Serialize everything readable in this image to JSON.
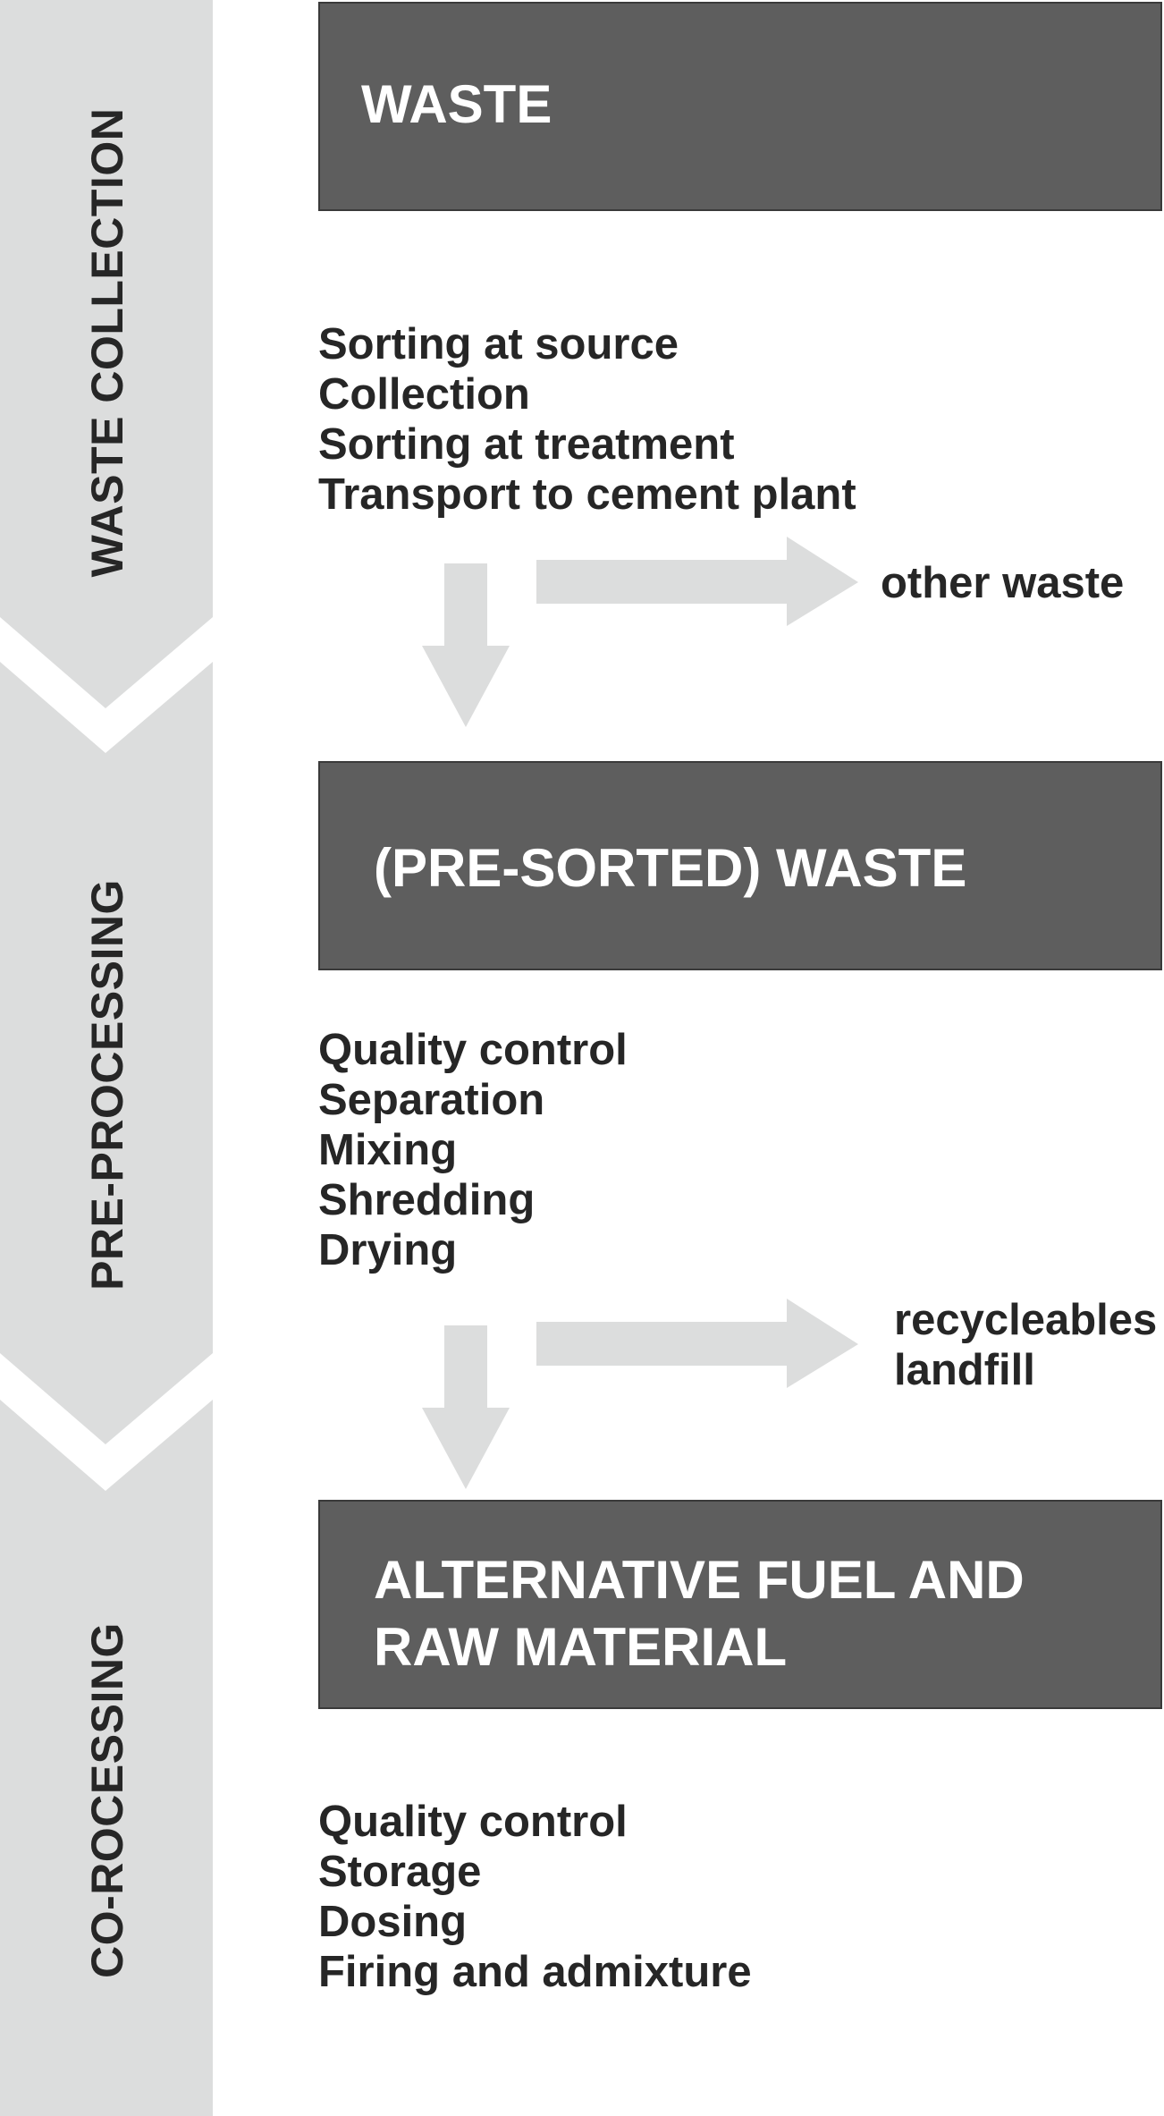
{
  "colors": {
    "band": "#dcdddd",
    "box": "#5e5e5e",
    "box_border": "#3a3a3a",
    "arrow": "#dcdddd",
    "text": "#262626",
    "box_text": "#ffffff"
  },
  "stages": [
    {
      "label": "WASTE COLLECTION"
    },
    {
      "label": "PRE-PROCESSING"
    },
    {
      "label": "CO-ROCESSING"
    }
  ],
  "boxes": [
    {
      "title": "WASTE"
    },
    {
      "title": "(PRE-SORTED) WASTE"
    },
    {
      "title_lines": [
        "ALTERNATIVE FUEL AND",
        "RAW MATERIAL"
      ]
    }
  ],
  "steps": [
    {
      "items": [
        "Sorting at source",
        "Collection",
        "Sorting at treatment",
        "Transport to cement plant"
      ]
    },
    {
      "items": [
        "Quality control",
        "Separation",
        "Mixing",
        "Shredding",
        "Drying"
      ]
    },
    {
      "items": [
        "Quality control",
        "Storage",
        "Dosing",
        "Firing and admixture"
      ]
    }
  ],
  "side_outputs": [
    {
      "lines": [
        "other waste"
      ]
    },
    {
      "lines": [
        "recycleables",
        "landfill"
      ]
    }
  ]
}
